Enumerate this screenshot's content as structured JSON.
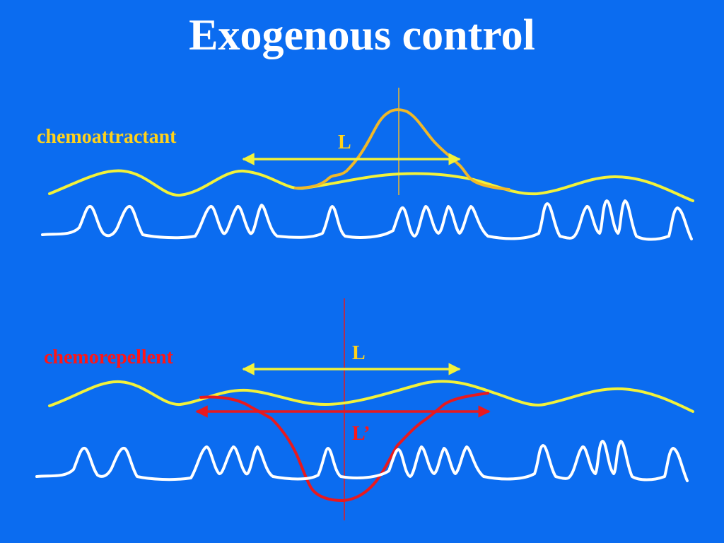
{
  "slide": {
    "title": "Exogenous control",
    "top_panel": {
      "label": "chemoattractant",
      "arrow_label": "L"
    },
    "bottom_panel": {
      "label": "chemorepellent",
      "arrow_label": "L",
      "second_arrow_label": "L’"
    }
  },
  "colors": {
    "background": "#0b6cf0",
    "title": "#ffffff",
    "signal_curve": "#f2f23a",
    "attractant_peak": "#f0b828",
    "repellent_trough": "#e8191e",
    "spike_train": "#ffffff"
  }
}
